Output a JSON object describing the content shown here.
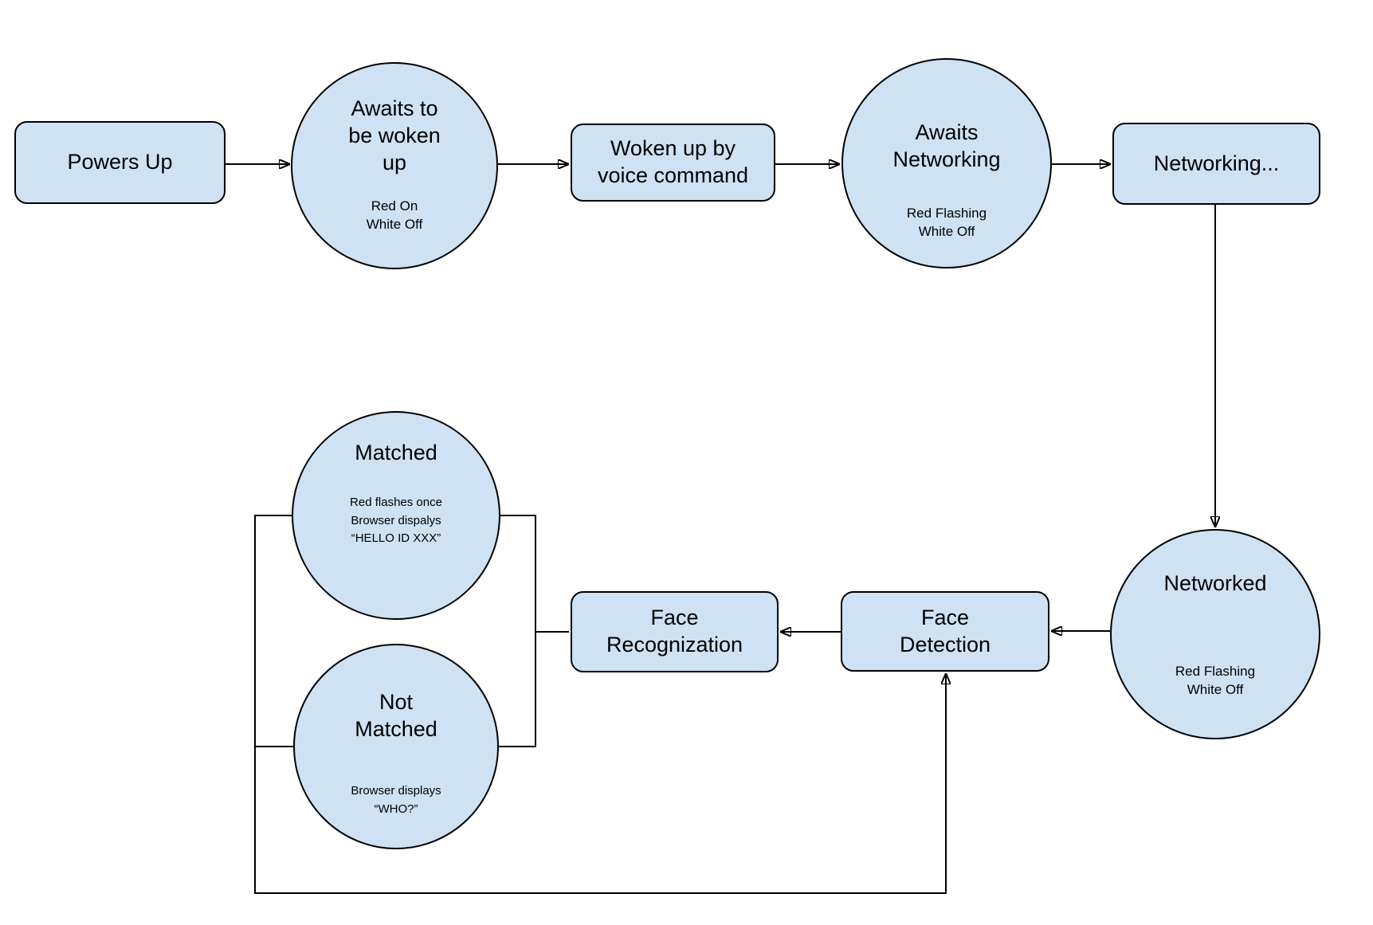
{
  "colors": {
    "node_fill": "#cfe2f3",
    "node_border": "#000000",
    "connector": "#000000",
    "background": "#ffffff"
  },
  "nodes": {
    "powers_up": {
      "shape": "rounded-rect",
      "label": "Powers Up"
    },
    "awaits_wake": {
      "shape": "circle",
      "label": "Awaits to\nbe woken\nup",
      "status": "Red On\nWhite Off"
    },
    "woken_up": {
      "shape": "rounded-rect",
      "label": "Woken up by\nvoice command"
    },
    "awaits_networking": {
      "shape": "circle",
      "label": "Awaits\nNetworking",
      "status": "Red Flashing\nWhite Off"
    },
    "networking": {
      "shape": "rounded-rect",
      "label": "Networking..."
    },
    "networked": {
      "shape": "circle",
      "label": "Networked",
      "status": "Red Flashing\nWhite Off"
    },
    "face_detection": {
      "shape": "rounded-rect",
      "label": "Face\nDetection"
    },
    "face_recognization": {
      "shape": "rounded-rect",
      "label": "Face\nRecognization"
    },
    "matched": {
      "shape": "circle",
      "label": "Matched",
      "status": "Red flashes once\nBrowser dispalys\n“HELLO ID XXX”"
    },
    "not_matched": {
      "shape": "circle",
      "label": "Not\nMatched",
      "status": "Browser displays\n“WHO?”"
    }
  },
  "edges": [
    {
      "from": "powers_up",
      "to": "awaits_wake",
      "arrow": true
    },
    {
      "from": "awaits_wake",
      "to": "woken_up",
      "arrow": true
    },
    {
      "from": "woken_up",
      "to": "awaits_networking",
      "arrow": true
    },
    {
      "from": "awaits_networking",
      "to": "networking",
      "arrow": true
    },
    {
      "from": "networking",
      "to": "networked",
      "arrow": true
    },
    {
      "from": "networked",
      "to": "face_detection",
      "arrow": true
    },
    {
      "from": "face_detection",
      "to": "face_recognization",
      "arrow": true
    },
    {
      "from": "face_recognization",
      "to": "matched",
      "arrow": false
    },
    {
      "from": "face_recognization",
      "to": "not_matched",
      "arrow": false
    },
    {
      "from": "matched",
      "to": "face_detection",
      "arrow": false
    },
    {
      "from": "not_matched",
      "to": "face_detection",
      "arrow": true
    }
  ]
}
